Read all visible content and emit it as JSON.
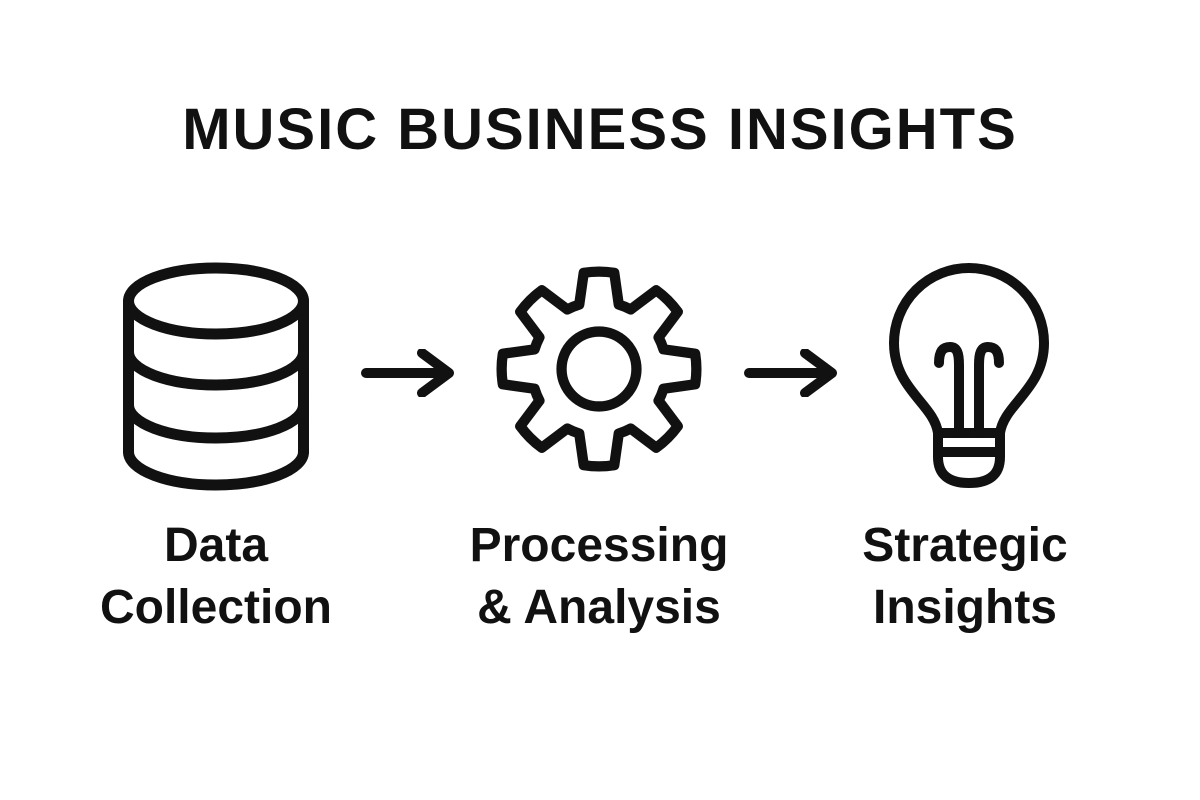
{
  "title": "MUSIC BUSINESS INSIGHTS",
  "colors": {
    "ink": "#111111",
    "background": "#ffffff"
  },
  "flow": {
    "steps": [
      {
        "icon": "database-icon",
        "label": "Data Collection",
        "label_lines": [
          "Data",
          "Collection"
        ]
      },
      {
        "icon": "gear-icon",
        "label": "Processing & Analysis",
        "label_lines": [
          "Processing",
          "& Analysis"
        ]
      },
      {
        "icon": "lightbulb-icon",
        "label": "Strategic Insights",
        "label_lines": [
          "Strategic",
          "Insights"
        ]
      }
    ],
    "connectors": [
      {
        "icon": "right-arrow-icon"
      },
      {
        "icon": "right-arrow-icon"
      }
    ]
  }
}
